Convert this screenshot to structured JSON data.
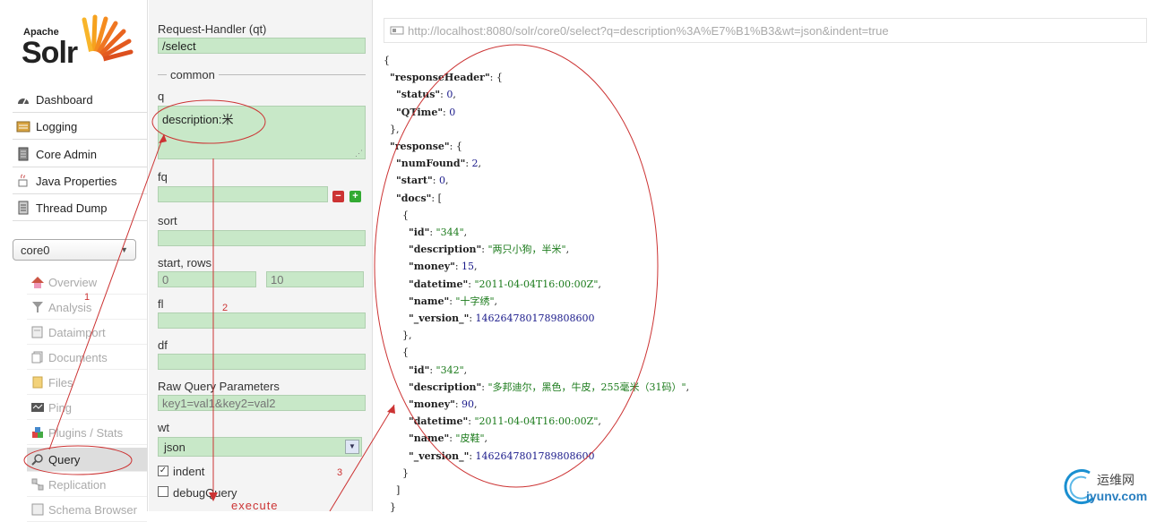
{
  "logo": {
    "apache": "Apache",
    "solr": "Solr"
  },
  "nav": {
    "items": [
      {
        "label": "Dashboard",
        "icon": "dashboard-icon"
      },
      {
        "label": "Logging",
        "icon": "logging-icon"
      },
      {
        "label": "Core Admin",
        "icon": "core-admin-icon"
      },
      {
        "label": "Java Properties",
        "icon": "java-icon"
      },
      {
        "label": "Thread Dump",
        "icon": "thread-dump-icon"
      }
    ],
    "core_selector": "core0",
    "core_items": [
      {
        "label": "Overview",
        "icon": "home-icon"
      },
      {
        "label": "Analysis",
        "icon": "filter-icon"
      },
      {
        "label": "Dataimport",
        "icon": "dataimport-icon"
      },
      {
        "label": "Documents",
        "icon": "documents-icon"
      },
      {
        "label": "Files",
        "icon": "folder-icon"
      },
      {
        "label": "Ping",
        "icon": "ping-icon"
      },
      {
        "label": "Plugins / Stats",
        "icon": "plugins-icon"
      },
      {
        "label": "Query",
        "icon": "magnifier-icon"
      },
      {
        "label": "Replication",
        "icon": "replication-icon"
      },
      {
        "label": "Schema Browser",
        "icon": "schema-icon"
      }
    ]
  },
  "form": {
    "handler_label": "Request-Handler (qt)",
    "handler_value": "/select",
    "section_common": "common",
    "q_label": "q",
    "q_value": "description:米",
    "fq_label": "fq",
    "sort_label": "sort",
    "start_rows_label": "start, rows",
    "start_placeholder": "0",
    "rows_placeholder": "10",
    "fl_label": "fl",
    "df_label": "df",
    "raw_label": "Raw Query Parameters",
    "raw_placeholder": "key1=val1&key2=val2",
    "wt_label": "wt",
    "wt_value": "json",
    "indent_label": "indent",
    "debug_label": "debugQuery",
    "execute_label": "execute"
  },
  "result": {
    "url": "http://localhost:8080/solr/core0/select?q=description%3A%E7%B1%B3&wt=json&indent=true",
    "lines": [
      "{",
      "  \"responseHeader\": {",
      "    \"status\": 0,",
      "    \"QTime\": 0",
      "  },",
      "  \"response\": {",
      "    \"numFound\": 2,",
      "    \"start\": 0,",
      "    \"docs\": [",
      "      {",
      "        \"id\": \"344\",",
      "        \"description\": \"两只小狗，半米\",",
      "        \"money\": 15,",
      "        \"datetime\": \"2011-04-04T16:00:00Z\",",
      "        \"name\": \"十字绣\",",
      "        \"_version_\": 1462647801789808600",
      "      },",
      "      {",
      "        \"id\": \"342\",",
      "        \"description\": \"多邦迪尔，黑色，牛皮，255毫米（31码）\",",
      "        \"money\": 90,",
      "        \"datetime\": \"2011-04-04T16:00:00Z\",",
      "        \"name\": \"皮鞋\",",
      "        \"_version_\": 1462647801789808600",
      "      }",
      "    ]",
      "  }"
    ]
  },
  "annotations": {
    "step1": "1",
    "step2": "2",
    "step3": "3",
    "color": "#cc3333"
  },
  "watermark": {
    "cn": "运维网",
    "en": "iyunv.com"
  }
}
